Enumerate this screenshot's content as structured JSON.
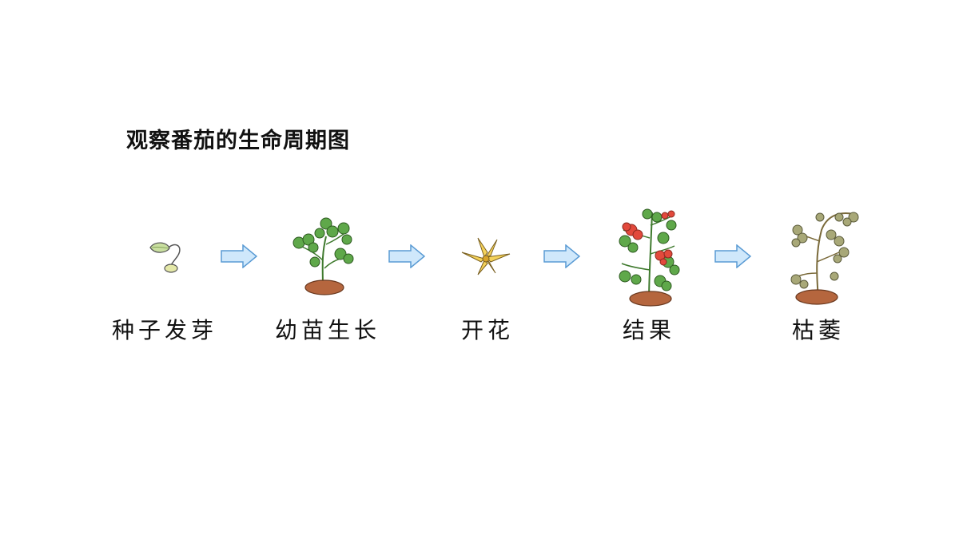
{
  "title": "观察番茄的生命周期图",
  "stages": [
    {
      "label": "种子发芽",
      "icon": "sprouting-seed-icon"
    },
    {
      "label": "幼苗生长",
      "icon": "seedling-icon"
    },
    {
      "label": "开花",
      "icon": "flower-icon"
    },
    {
      "label": "结果",
      "icon": "tomato-plant-icon"
    },
    {
      "label": "枯萎",
      "icon": "withered-plant-icon"
    }
  ],
  "colors": {
    "arrow_fill": "#cfe8fb",
    "arrow_stroke": "#5a9bd4",
    "leaf_green": "#5fa84a",
    "seed_leaf": "#c9dfa0",
    "flower_yellow": "#f4d25a",
    "tomato_red": "#e2493c",
    "soil_brown": "#b5663e",
    "withered_leaf": "#a8a878"
  }
}
